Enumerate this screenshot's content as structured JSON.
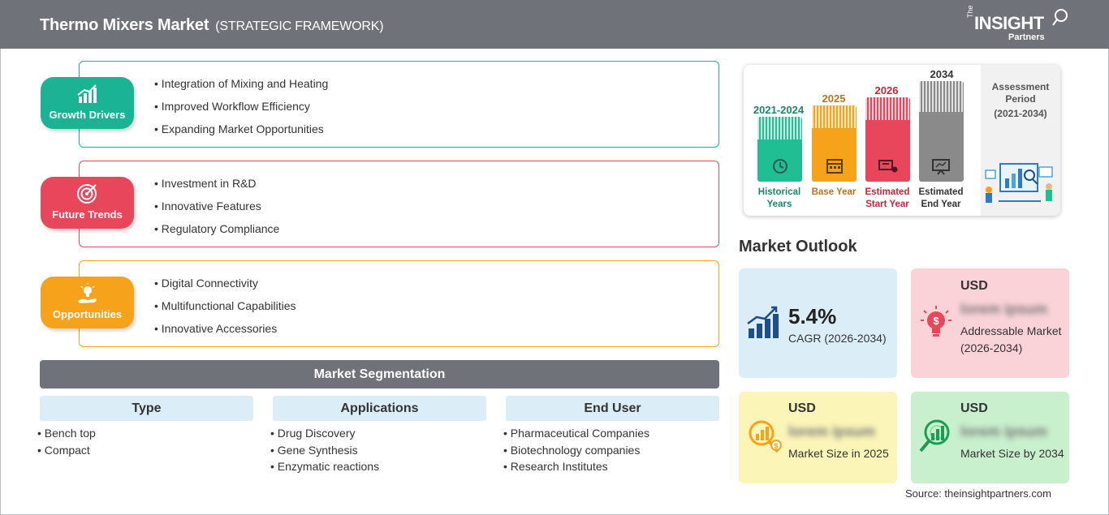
{
  "header": {
    "title": "Thermo Mixers Market",
    "subtitle": "(STRATEGIC FRAMEWORK)",
    "logo": {
      "the": "The",
      "main": "INSIGHT",
      "partners": "Partners"
    }
  },
  "framework": [
    {
      "label": "Growth Drivers",
      "icon": "growth-chart-icon",
      "color": "#1ab394",
      "items": [
        "Integration of Mixing and Heating",
        "Improved Workflow Efficiency",
        "Expanding Market Opportunities"
      ]
    },
    {
      "label": "Future Trends",
      "icon": "target-icon",
      "color": "#e8475b",
      "items": [
        "Investment in R&D",
        "Innovative Features",
        "Regulatory Compliance"
      ]
    },
    {
      "label": "Opportunities",
      "icon": "lightbulb-hand-icon",
      "color": "#f7a21b",
      "items": [
        "Digital Connectivity",
        "Multifunctional Capabilities",
        "Innovative Accessories"
      ]
    }
  ],
  "segmentation": {
    "title": "Market Segmentation",
    "columns": [
      {
        "heading": "Type",
        "items": [
          "Bench top",
          "Compact"
        ]
      },
      {
        "heading": "Applications",
        "items": [
          "Drug Discovery",
          "Gene Synthesis",
          "Enzymatic reactions"
        ]
      },
      {
        "heading": "End User",
        "items": [
          "Pharmaceutical Companies",
          "Biotechnology companies",
          "Research Institutes"
        ]
      }
    ]
  },
  "timeline": {
    "bars": [
      {
        "year": "2021-2024",
        "label": "Historical Years",
        "color": "#1fbf93",
        "year_color": "#17896a",
        "icon": "history-icon"
      },
      {
        "year": "2025",
        "label": "Base Year",
        "color": "#f7a21b",
        "year_color": "#b8741a",
        "icon": "calendar-icon"
      },
      {
        "year": "2026",
        "label": "Estimated Start Year",
        "color": "#e8475b",
        "year_color": "#c2263c",
        "icon": "start-flag-icon"
      },
      {
        "year": "2034",
        "label": "Estimated End Year",
        "color": "#8a8a8a",
        "year_color": "#333333",
        "icon": "presentation-icon"
      }
    ],
    "assessment_label": "Assessment Period",
    "assessment_range": "(2021-2034)"
  },
  "outlook": {
    "title": "Market Outlook",
    "cagr": {
      "value": "5.4%",
      "label": "CAGR (2026-2034)",
      "color": "#dbeef7"
    },
    "addressable": {
      "currency": "USD",
      "value": "lorem ipsum",
      "label": "Addressable Market (2026-2034)",
      "color": "#f9d3d8"
    },
    "size_2025": {
      "currency": "USD",
      "value": "lorem ipsum",
      "label": "Market Size in 2025",
      "color": "#fcf5b8"
    },
    "size_2034": {
      "currency": "USD",
      "value": "lorem ipsum",
      "label": "Market Size by 2034",
      "color": "#c8f0cd"
    }
  },
  "source": "Source: theinsightpartners.com"
}
